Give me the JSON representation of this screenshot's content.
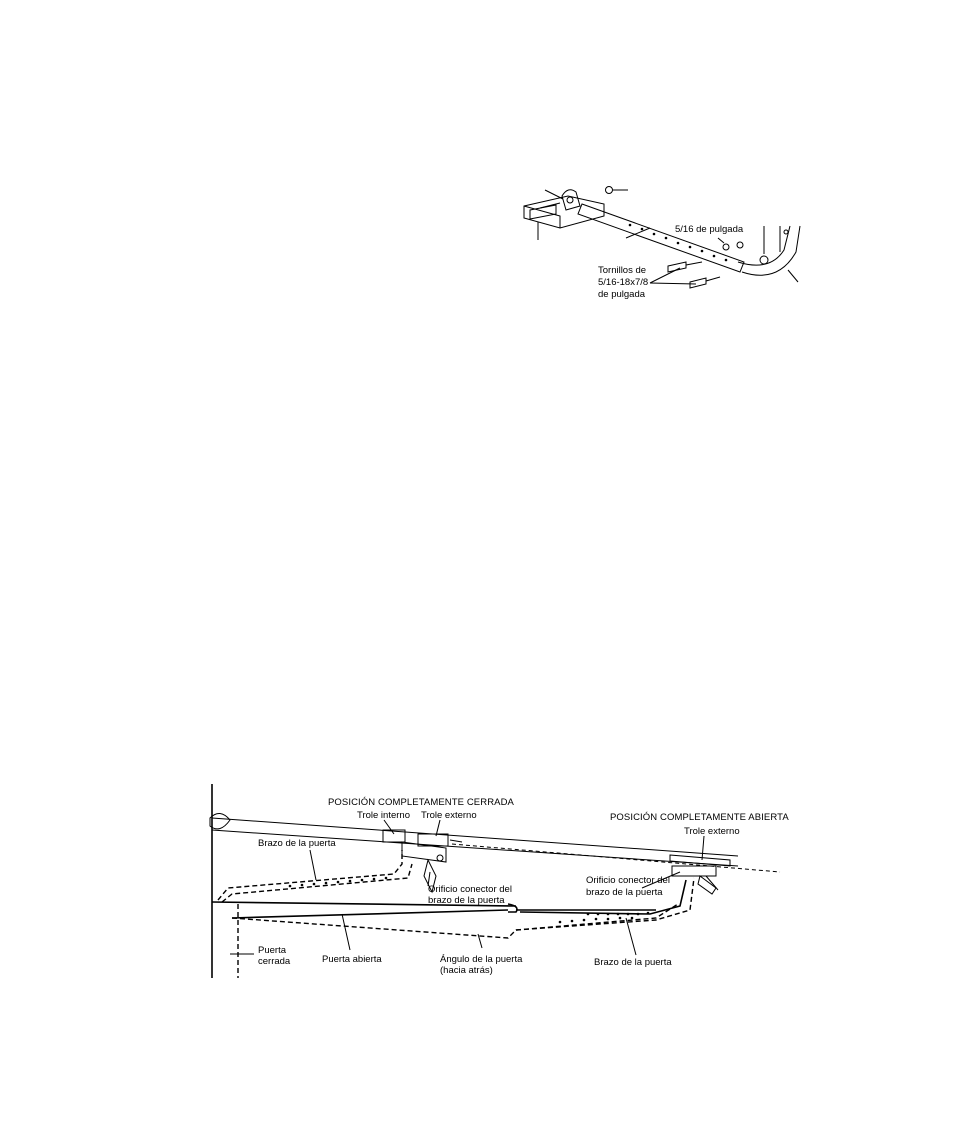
{
  "figure_top": {
    "label_bolt_size": "5/16 de pulgada",
    "label_screws": [
      "Tornillos de",
      "5/16-18x7/8",
      "de pulgada"
    ]
  },
  "figure_bottom": {
    "title_closed": "POSICIÓN COMPLETAMENTE CERRADA",
    "title_open": "POSICIÓN COMPLETAMENTE ABIERTA",
    "inner_trolley": "Trole interno",
    "outer_trolley_left": "Trole externo",
    "outer_trolley_right": "Trole externo",
    "door_arm_left": "Brazo de la puerta",
    "connector_hole_left": [
      "Orificio conector del",
      "brazo de la puerta"
    ],
    "connector_hole_right": [
      "Orificio conector del",
      "brazo de la puerta"
    ],
    "door_closed": [
      "Puerta",
      "cerrada"
    ],
    "door_open": "Puerta abierta",
    "door_angle": [
      "Ángulo de la puerta",
      "(hacia atrás)"
    ],
    "door_arm_right": "Brazo de la puerta"
  }
}
